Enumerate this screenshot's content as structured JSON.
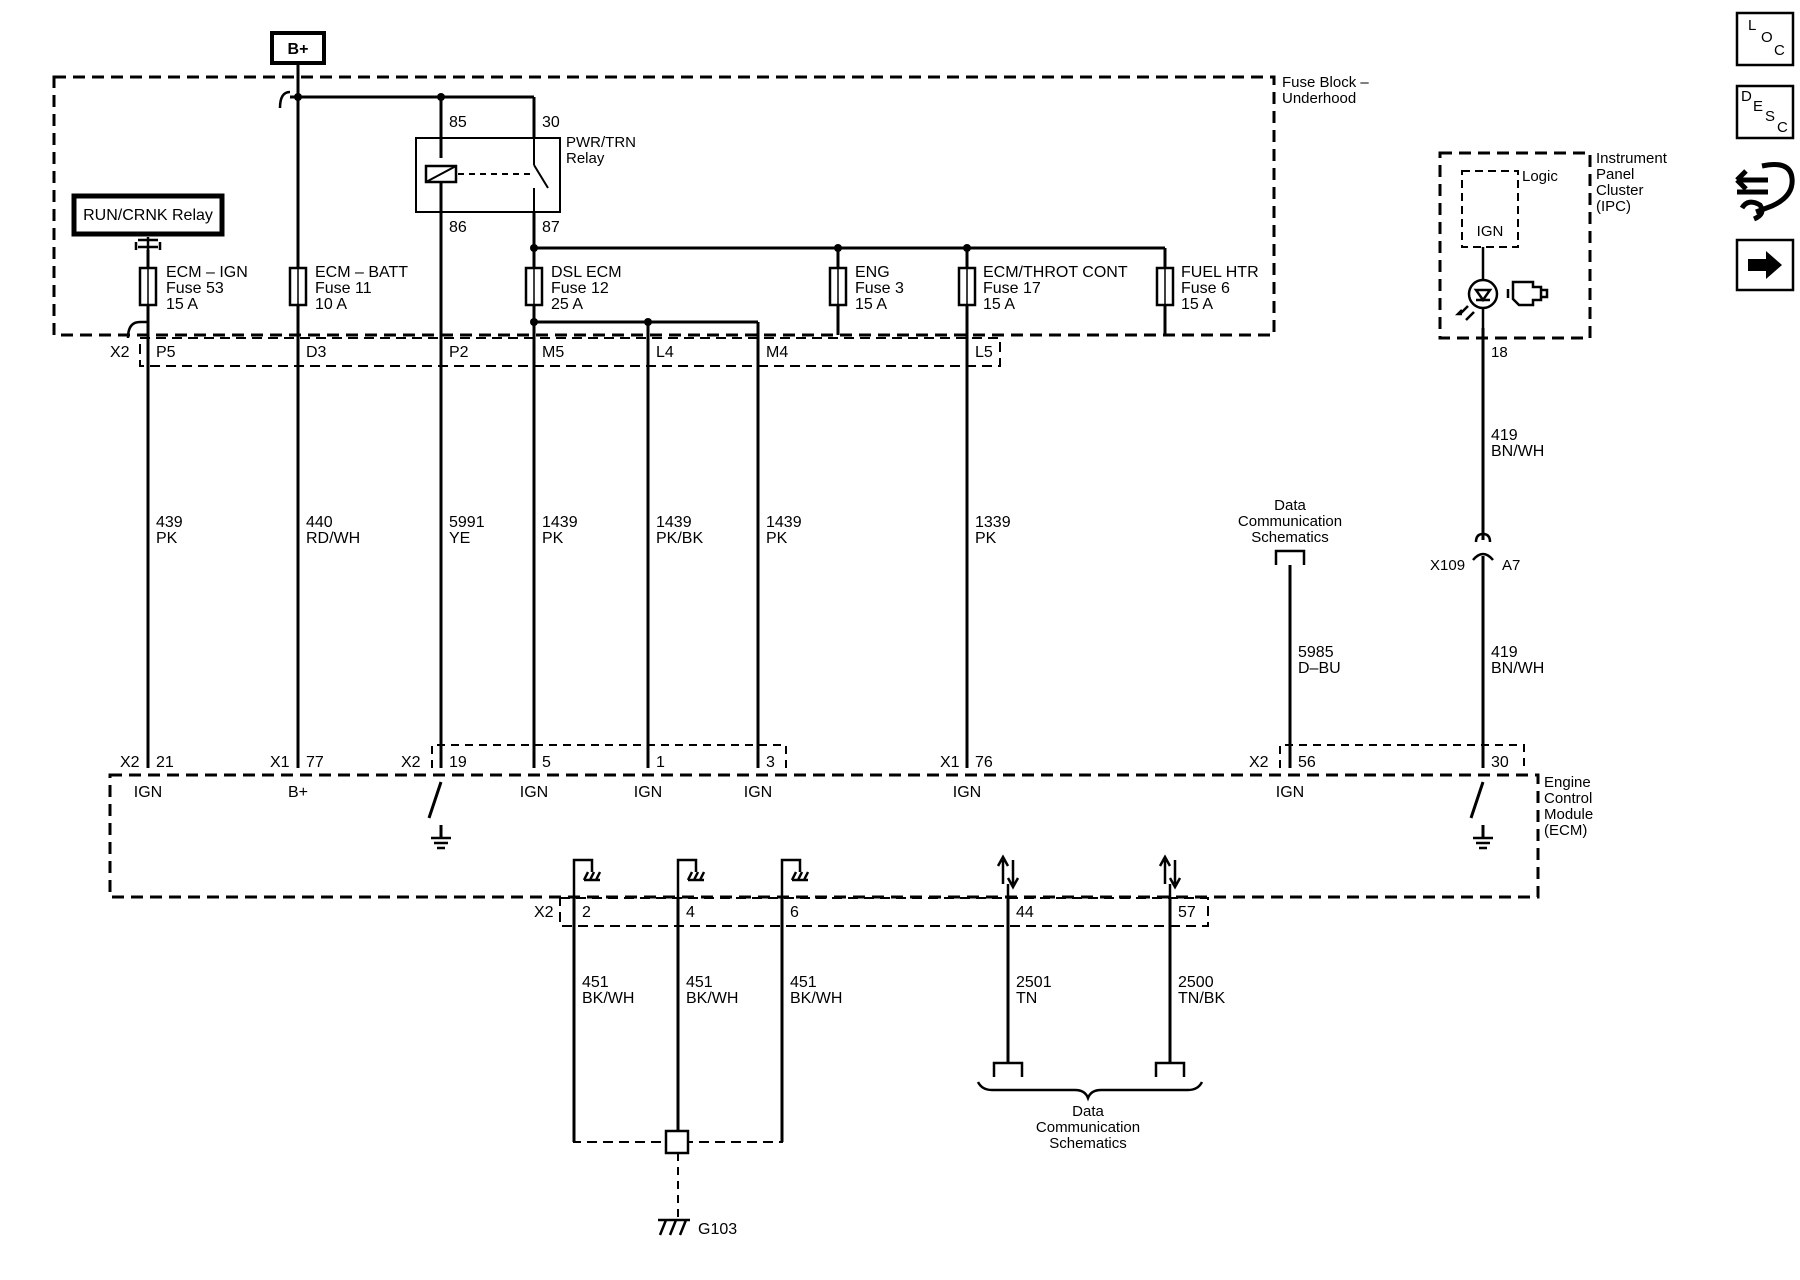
{
  "power_source": "B+",
  "fuse_block": {
    "title_line1": "Fuse Block –",
    "title_line2": "Underhood"
  },
  "relay_run": "RUN/CRNK Relay",
  "relay_pwr": {
    "line1": "PWR/TRN",
    "line2": "Relay",
    "pin85": "85",
    "pin30": "30",
    "pin86": "86",
    "pin87": "87"
  },
  "fuses": [
    {
      "name": "ECM – IGN",
      "fuse": "Fuse 53",
      "amps": "15 A"
    },
    {
      "name": "ECM – BATT",
      "fuse": "Fuse 11",
      "amps": "10 A"
    },
    {
      "name": "DSL ECM",
      "fuse": "Fuse 12",
      "amps": "25 A"
    },
    {
      "name": "ENG",
      "fuse": "Fuse 3",
      "amps": "15 A"
    },
    {
      "name": "ECM/THROT CONT",
      "fuse": "Fuse 17",
      "amps": "15 A"
    },
    {
      "name": "FUEL HTR",
      "fuse": "Fuse 6",
      "amps": "15 A"
    }
  ],
  "fuse_pins": {
    "conn": "X2",
    "p5": "P5",
    "d3": "D3",
    "p2": "P2",
    "m5": "M5",
    "l4": "L4",
    "m4": "M4",
    "l5": "L5"
  },
  "wires": [
    {
      "num": "439",
      "color": "PK"
    },
    {
      "num": "440",
      "color": "RD/WH"
    },
    {
      "num": "5991",
      "color": "YE"
    },
    {
      "num": "1439",
      "color": "PK"
    },
    {
      "num": "1439",
      "color": "PK/BK"
    },
    {
      "num": "1439",
      "color": "PK"
    },
    {
      "num": "1339",
      "color": "PK"
    },
    {
      "num": "5985",
      "color": "D–BU"
    },
    {
      "num": "419",
      "color": "BN/WH"
    },
    {
      "num": "419",
      "color": "BN/WH"
    }
  ],
  "ecm_pins": [
    {
      "conn": "X2",
      "pin": "21",
      "func": "IGN"
    },
    {
      "conn": "X1",
      "pin": "77",
      "func": "B+"
    },
    {
      "conn": "X2",
      "pin": "19",
      "func": ""
    },
    {
      "conn": "",
      "pin": "5",
      "func": "IGN"
    },
    {
      "conn": "",
      "pin": "1",
      "func": "IGN"
    },
    {
      "conn": "",
      "pin": "3",
      "func": "IGN"
    },
    {
      "conn": "X1",
      "pin": "76",
      "func": "IGN"
    },
    {
      "conn": "X2",
      "pin": "56",
      "func": "IGN"
    },
    {
      "conn": "",
      "pin": "30",
      "func": ""
    }
  ],
  "ecm": {
    "line1": "Engine",
    "line2": "Control",
    "line3": "Module",
    "line4": "(ECM)"
  },
  "ecm_bottom_pins": {
    "conn": "X2",
    "p2": "2",
    "p4": "4",
    "p6": "6",
    "p44": "44",
    "p57": "57"
  },
  "ground_wires": [
    {
      "num": "451",
      "color": "BK/WH"
    },
    {
      "num": "451",
      "color": "BK/WH"
    },
    {
      "num": "451",
      "color": "BK/WH"
    }
  ],
  "data_wires": [
    {
      "num": "2501",
      "color": "TN"
    },
    {
      "num": "2500",
      "color": "TN/BK"
    }
  ],
  "ground_id": "G103",
  "data_comm_top": {
    "line1": "Data",
    "line2": "Communication",
    "line3": "Schematics"
  },
  "data_comm_bottom": {
    "line1": "Data",
    "line2": "Communication",
    "line3": "Schematics"
  },
  "ipc": {
    "line1": "Instrument",
    "line2": "Panel",
    "line3": "Cluster",
    "line4": "(IPC)",
    "logic": "Logic",
    "ign": "IGN",
    "pin": "18"
  },
  "x109": {
    "conn": "X109",
    "pin": "A7"
  },
  "nav": {
    "loc": [
      "L",
      "O",
      "C"
    ],
    "desc": [
      "D",
      "E",
      "S",
      "C"
    ]
  }
}
